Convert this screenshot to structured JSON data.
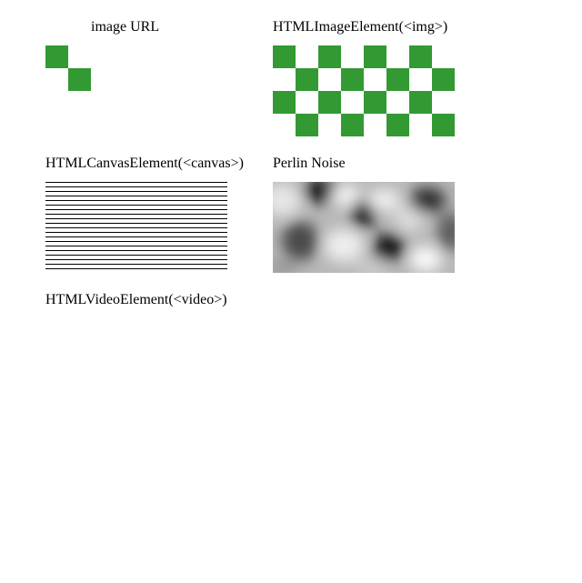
{
  "sections": {
    "image_url": {
      "label": "image URL"
    },
    "html_image_element": {
      "label": "HTMLImageElement(<img>)"
    },
    "html_canvas_element": {
      "label": "HTMLCanvasElement(<canvas>)"
    },
    "perlin_noise": {
      "label": "Perlin Noise"
    },
    "html_video_element": {
      "label": "HTMLVideoElement(<video>)"
    }
  },
  "colors": {
    "checker_green": "#339933",
    "background": "#ffffff",
    "line_color": "#000000"
  }
}
